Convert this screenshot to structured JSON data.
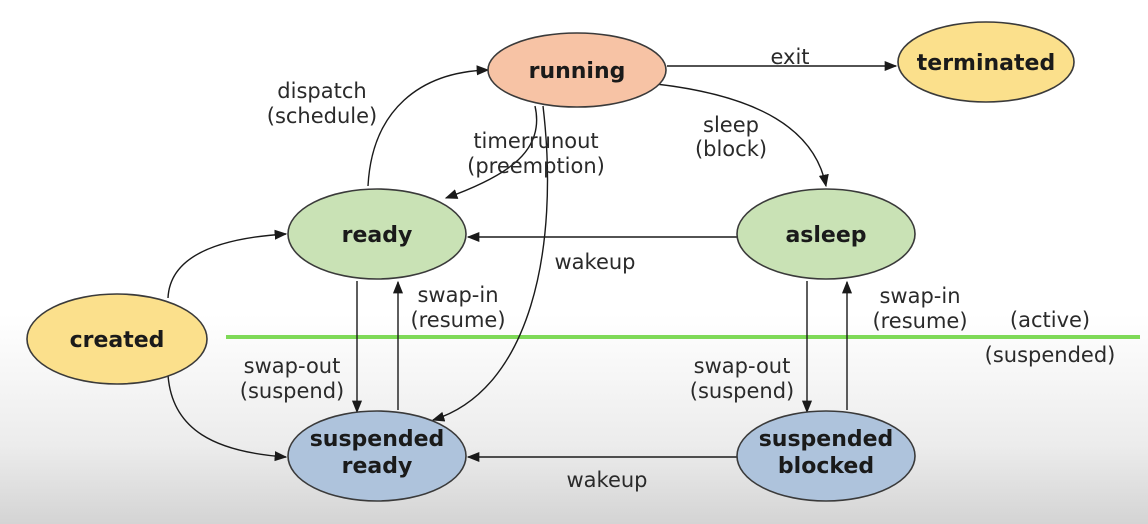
{
  "colors": {
    "running": "#f7c3a5",
    "terminated": "#fbe08c",
    "created": "#fbe08c",
    "ready": "#c9e2b5",
    "asleep": "#c9e2b5",
    "suspended_ready": "#aec3dc",
    "suspended_blocked": "#aec3dc",
    "divider": "#7ed957"
  },
  "states": {
    "running": "running",
    "terminated": "terminated",
    "ready": "ready",
    "asleep": "asleep",
    "created": "created",
    "suspended_ready": [
      "suspended",
      "ready"
    ],
    "suspended_blocked": [
      "suspended",
      "blocked"
    ]
  },
  "transitions": {
    "exit": "exit",
    "dispatch": [
      "dispatch",
      "(schedule)"
    ],
    "timerrunout": [
      "timerrunout",
      "(preemption)"
    ],
    "sleep": [
      "sleep",
      "(block)"
    ],
    "wakeup_active": "wakeup",
    "swap_out_left": [
      "swap-out",
      "(suspend)"
    ],
    "swap_in_left": [
      "swap-in",
      "(resume)"
    ],
    "swap_out_right": [
      "swap-out",
      "(suspend)"
    ],
    "swap_in_right": [
      "swap-in",
      "(resume)"
    ],
    "wakeup_suspended": "wakeup"
  },
  "regions": {
    "active": "(active)",
    "suspended": "(suspended)"
  }
}
